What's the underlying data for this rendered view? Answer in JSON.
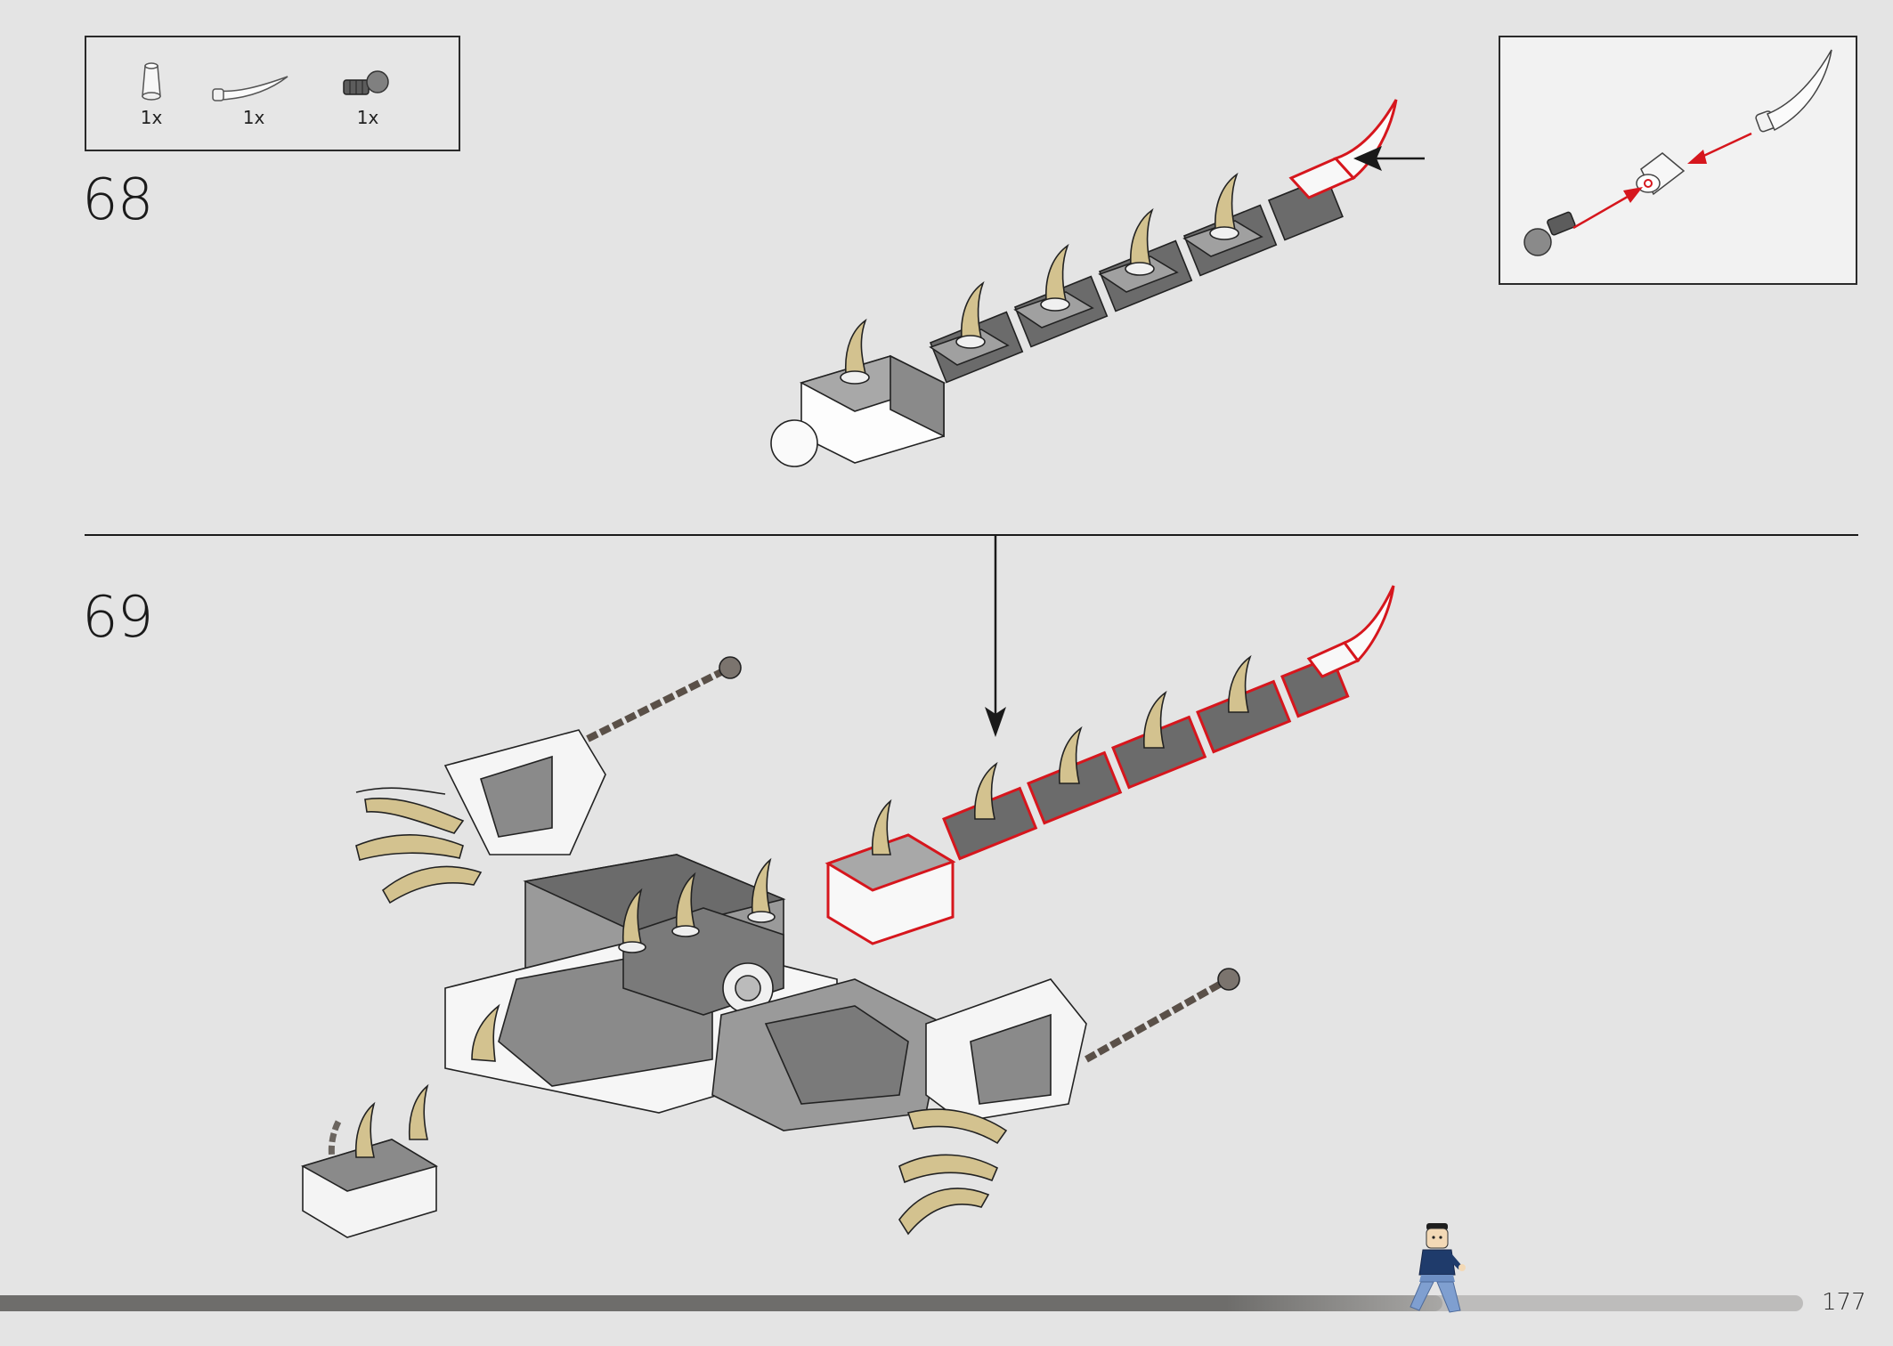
{
  "steps": [
    {
      "number": "68",
      "parts": [
        {
          "name": "white-cone-piece",
          "qty": "1x"
        },
        {
          "name": "white-horn-tail-piece",
          "qty": "1x"
        },
        {
          "name": "dark-gray-ball-pin-piece",
          "qty": "1x"
        }
      ]
    },
    {
      "number": "69"
    }
  ],
  "progress": {
    "fraction": 0.8
  },
  "page": {
    "number": "177"
  },
  "colors": {
    "background": "#e4e4e4",
    "highlight_red": "#d6161d",
    "horn_tan": "#d3c28f",
    "dark_gray": "#6b6b6b",
    "medium_gray": "#9a9a9a",
    "progress_dark": "#6e6d6b",
    "progress_light": "#bdbcbb"
  }
}
